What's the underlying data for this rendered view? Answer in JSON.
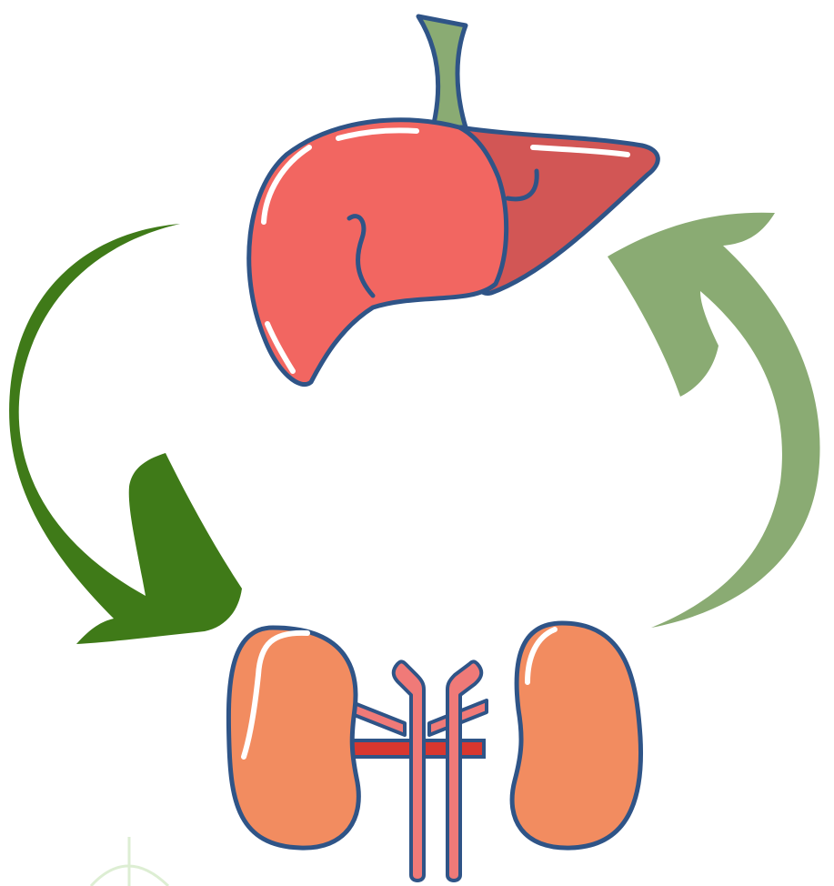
{
  "diagram": {
    "nodes": [
      {
        "id": "liver",
        "icon": "liver-icon"
      },
      {
        "id": "kidneys",
        "icon": "kidneys-icon"
      }
    ],
    "edges": [
      {
        "from": "liver",
        "to": "kidneys",
        "icon": "curved-arrow-down-icon",
        "color": "#3f7a18"
      },
      {
        "from": "kidneys",
        "to": "liver",
        "icon": "curved-arrow-up-icon",
        "color": "#8aab73"
      }
    ]
  },
  "colors": {
    "liver_main": "#f26661",
    "liver_shade": "#d25655",
    "outline": "#2f5487",
    "highlight": "#ffffff",
    "kidney_fill": "#f28c60",
    "artery_red": "#d8372f",
    "vessel_pink": "#f07a78",
    "stem_green": "#8aab73",
    "dark_green": "#3f7a18",
    "light_green": "#8aab73",
    "watermark_green": "#ddeed3"
  }
}
